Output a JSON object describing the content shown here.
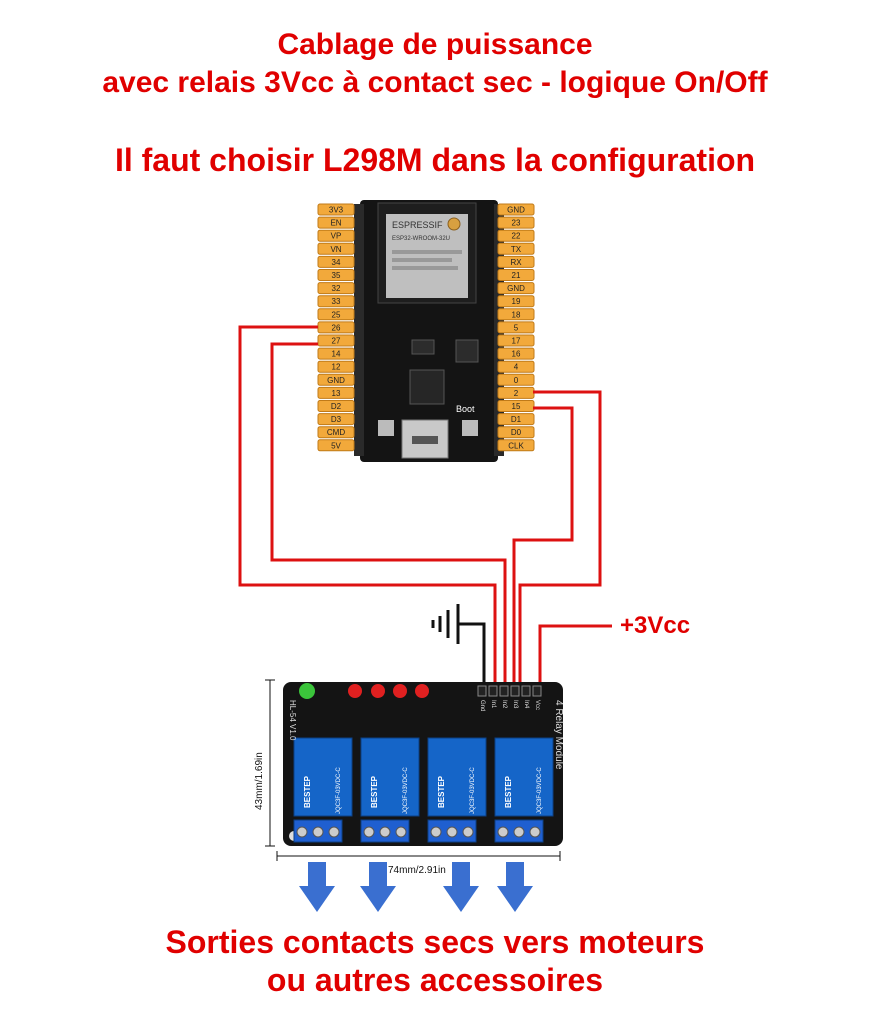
{
  "title": {
    "line1": "Cablage de puissance",
    "line2": "avec relais 3Vcc à contact sec - logique On/Off",
    "line3": "Il faut choisir L298M dans la configuration"
  },
  "bottom": {
    "line1": "Sorties contacts secs vers moteurs",
    "line2": "ou autres accessoires"
  },
  "vcc_label": "+3Vcc",
  "esp32": {
    "brand": "ESPRESSIF",
    "module": "ESP32-WROOM-32U",
    "boot_label": "Boot",
    "left_pins": [
      "3V3",
      "EN",
      "VP",
      "VN",
      "34",
      "35",
      "32",
      "33",
      "25",
      "26",
      "27",
      "14",
      "12",
      "GND",
      "13",
      "D2",
      "D3",
      "CMD",
      "5V"
    ],
    "right_pins": [
      "GND",
      "23",
      "22",
      "TX",
      "RX",
      "21",
      "GND",
      "19",
      "18",
      "5",
      "17",
      "16",
      "4",
      "0",
      "2",
      "15",
      "D1",
      "D0",
      "CLK"
    ]
  },
  "relay_module": {
    "header_pins": [
      "Gnd",
      "In1",
      "In2",
      "In3",
      "In4",
      "Vcc"
    ],
    "name": "4 Relay Module",
    "relay_brand": "BESTEP",
    "relay_model": "JQC3F-03VDC-C",
    "height_dim": "43mm/1.69in",
    "width_dim": "74mm/2.91in",
    "side_label": "HL-54 V1.0"
  },
  "colors": {
    "title_red": "#e00000",
    "wire_red": "#dd1111",
    "wire_black": "#111111",
    "arrow_blue": "#3a6fd0",
    "pin_orange": "#f2a93b",
    "relay_blue": "#1565c8",
    "pcb_black": "#141414"
  }
}
